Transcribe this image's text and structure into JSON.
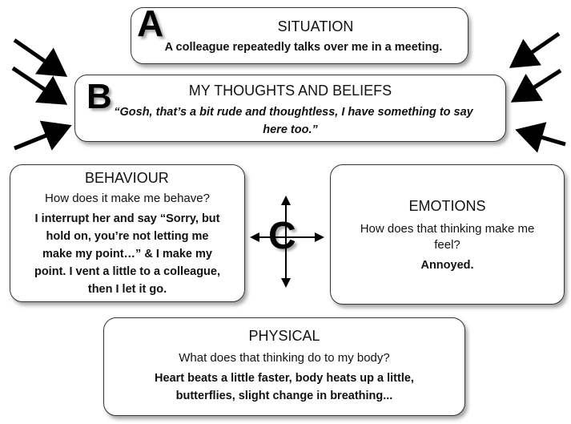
{
  "situation": {
    "letter": "A",
    "title": "SITUATION",
    "text": "A colleague repeatedly talks over me in a meeting."
  },
  "thoughts": {
    "letter": "B",
    "title": "MY THOUGHTS AND BELIEFS",
    "line1": "“Gosh, that’s a bit rude and thoughtless, I have something to say",
    "line2": "here too.”"
  },
  "behaviour": {
    "title": "BEHAVIOUR",
    "question": "How does it make me behave?",
    "lines": [
      "I interrupt her and say “Sorry, but",
      "hold on, you’re not letting me",
      "make my point…” & I make my",
      "point. I vent a little to a colleague,",
      "then I let it go."
    ]
  },
  "center": {
    "letter": "C"
  },
  "emotions": {
    "title": "EMOTIONS",
    "question_line1": "How does that thinking make me",
    "question_line2": "feel?",
    "answer": "Annoyed."
  },
  "physical": {
    "title": "PHYSICAL",
    "question": "What does that thinking do to my body?",
    "line1": "Heart beats a little faster, body heats up a little,",
    "line2": "butterflies, slight change in breathing..."
  }
}
